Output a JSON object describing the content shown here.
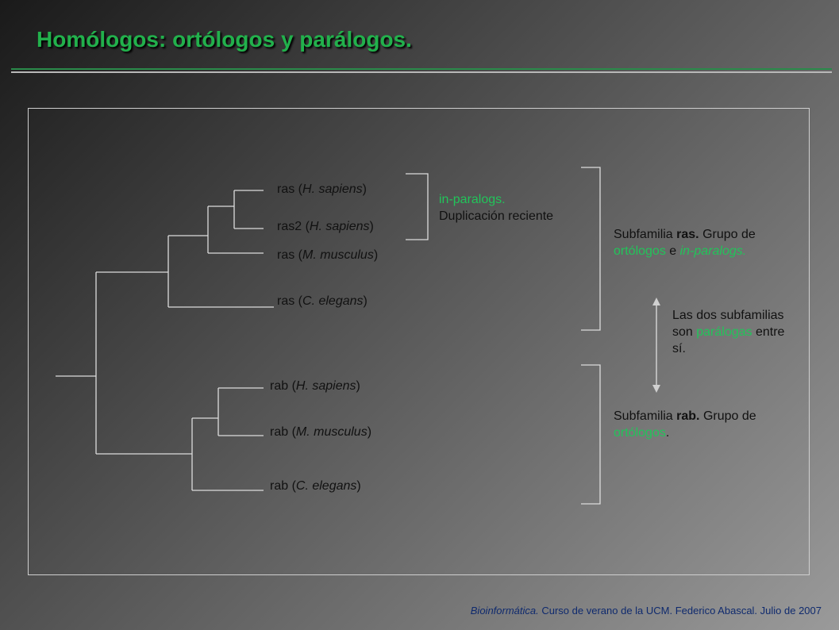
{
  "title": "Homólogos: ortólogos y parálogos.",
  "leaves": {
    "ras_hs": {
      "gene": "ras",
      "species": "H. sapiens"
    },
    "ras2_hs": {
      "gene": "ras2",
      "species": "H. sapiens"
    },
    "ras_mm": {
      "gene": "ras",
      "species": "M. musculus"
    },
    "ras_ce": {
      "gene": "ras",
      "species": "C. elegans"
    },
    "rab_hs": {
      "gene": "rab",
      "species": "H. sapiens"
    },
    "rab_mm": {
      "gene": "rab",
      "species": "M. musculus"
    },
    "rab_ce": {
      "gene": "rab",
      "species": "C. elegans"
    }
  },
  "inparalogs": {
    "term": "in-paralogs.",
    "desc": "Duplicación reciente"
  },
  "ras_family": {
    "prefix": "Subfamilia ",
    "name": "ras.",
    "mid1": " Grupo de ",
    "orthologs": "ortólogos",
    "mid2": " e ",
    "inparalogs": "in-paralogs."
  },
  "paralog_note": {
    "prefix": "Las dos subfamilias son ",
    "term": "parálogas",
    "suffix": " entre sí."
  },
  "rab_family": {
    "prefix": "Subfamilia ",
    "name": "rab.",
    "mid1": " Grupo de ",
    "orthologs": "ortólogos",
    "suffix": "."
  },
  "footer": {
    "italic": "Bioinformática.",
    "rest": " Curso de verano de la UCM. Federico Abascal. Julio de 2007"
  },
  "colors": {
    "title": "#22b14c",
    "highlight": "#22c45a",
    "footer": "#0f2a6e"
  }
}
